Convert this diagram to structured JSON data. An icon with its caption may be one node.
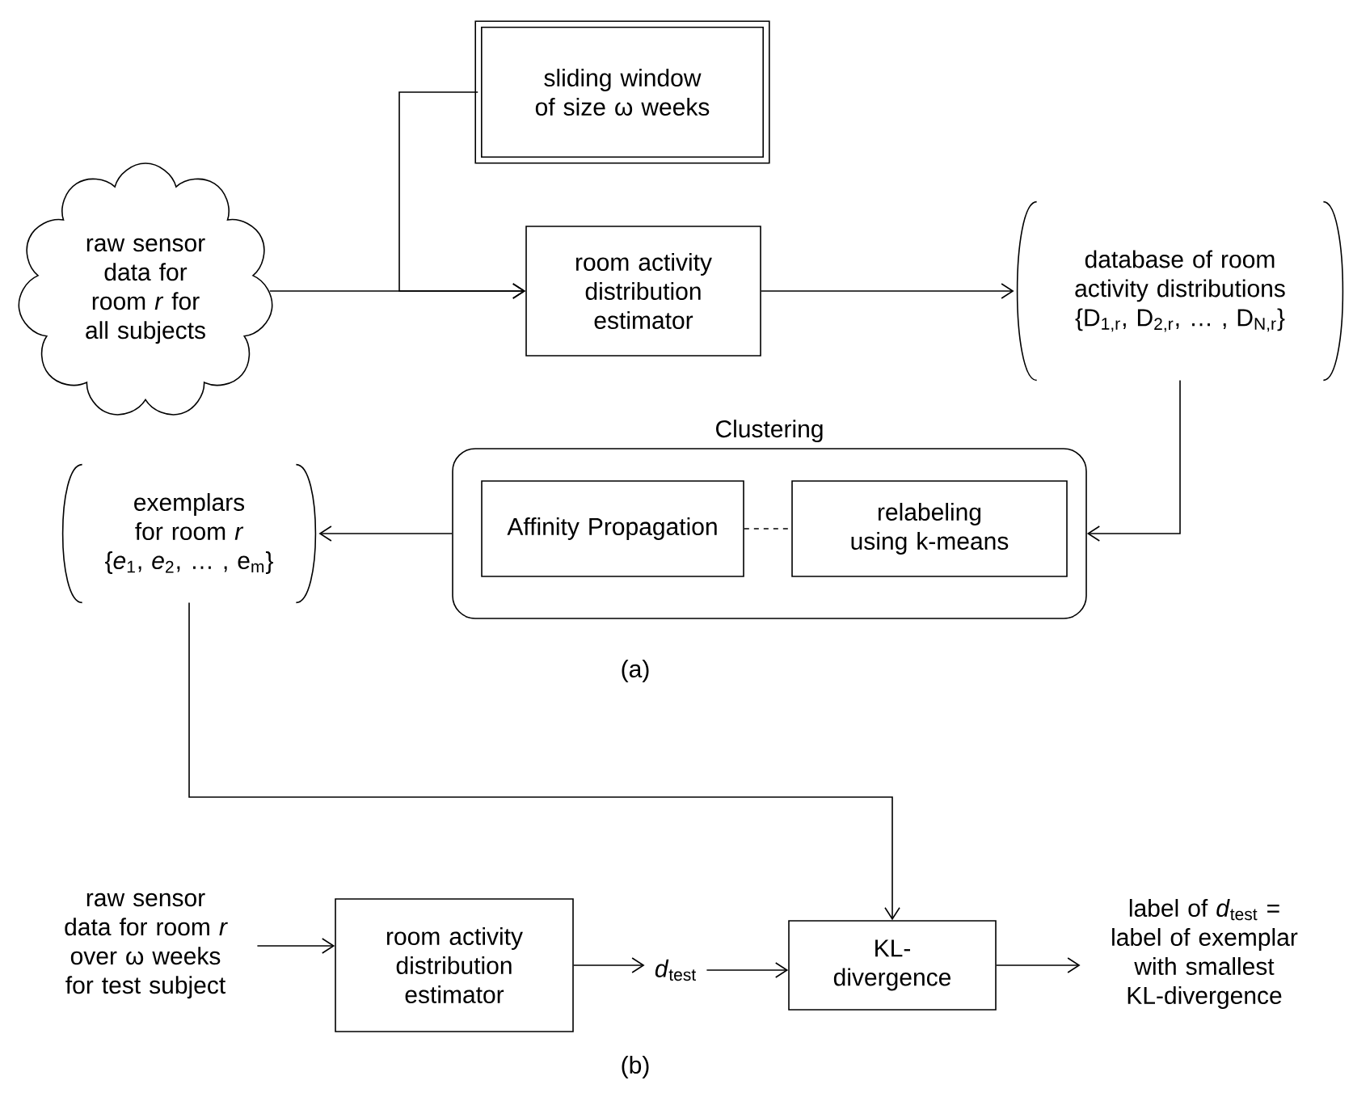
{
  "diagram": {
    "nodes": [
      {
        "text": [
          "raw sensor data for room *r* for all subjects"
        ]
      },
      {
        "text": [
          "sliding window of size ω weeks"
        ]
      },
      {
        "text": [
          "room activity distribution estimator"
        ]
      },
      {
        "text": [
          "database of room activity distributions",
          "{D$_{1,r}$, D$_{2,r}$, … , D$_{N,r}$}"
        ]
      },
      {
        "text": [
          "Clustering"
        ]
      },
      {
        "text": [
          "Affinity Propagation"
        ],
        "in": 4
      },
      {
        "text": [
          "relabeling using k-means"
        ],
        "in": 4
      },
      {
        "text": [
          "exemplars for room *r*",
          "{*e*$_{1}$, *e*$_{2}$, … , e$_{m}$}"
        ]
      },
      {
        "text": [
          "raw sensor data for room *r* over ω weeks for test subject"
        ]
      },
      {
        "text": [
          "room activity distribution estimator"
        ]
      },
      {
        "text": [
          "*d*$_{test}$"
        ]
      },
      {
        "text": [
          "KL-divergence"
        ]
      },
      {
        "text": [
          "label of *d*$_{test}$ = label of exemplar with smallest KL-divergence"
        ]
      }
    ],
    "edges": [
      {
        "from": 0,
        "to": 2,
        "arrow": "to"
      },
      {
        "from": 1,
        "to": 2,
        "arrow": "to"
      },
      {
        "from": 2,
        "to": 3,
        "arrow": "to"
      },
      {
        "from": 3,
        "to": 4,
        "arrow": "to"
      },
      {
        "from": 4,
        "to": 7,
        "arrow": "to"
      },
      {
        "from": 5,
        "to": 6,
        "arrow": "none",
        "style": "dashed"
      },
      {
        "from": 7,
        "to": 11,
        "arrow": "to"
      },
      {
        "from": 8,
        "to": 9,
        "arrow": "to"
      },
      {
        "from": 9,
        "to": 10,
        "arrow": "to"
      },
      {
        "from": 10,
        "to": 11,
        "arrow": "to"
      },
      {
        "from": 11,
        "to": 12,
        "arrow": "to"
      }
    ],
    "labels": [
      "(a)",
      "(b)"
    ]
  }
}
